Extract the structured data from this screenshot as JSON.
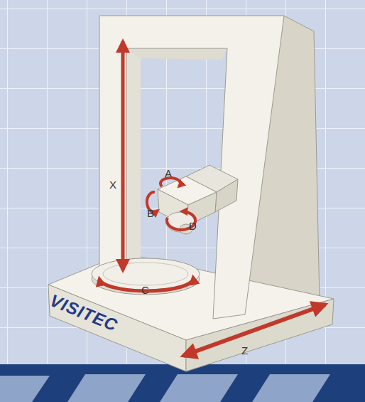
{
  "diagram": {
    "labels": [
      "A",
      "X",
      "B",
      "D",
      "C",
      "Z",
      "VISITEC"
    ]
  }
}
